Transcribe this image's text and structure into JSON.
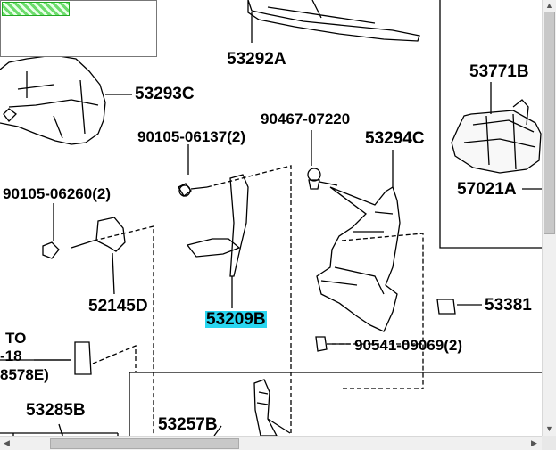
{
  "parts": {
    "p53292A": "53292A",
    "p53293C": "53293C",
    "p53771B": "53771B",
    "p90467": "90467-07220",
    "p53294C": "53294C",
    "p90105_a": "90105-06137(2)",
    "p57021A": "57021A",
    "p90105_b": "90105-06260(2)",
    "p52145D": "52145D",
    "p53209B": "53209B",
    "p53381": "53381",
    "p_to": "TO",
    "p_18": "-18",
    "p_8578E": "8578E)",
    "p90541": "90541-09069(2)",
    "p53285B": "53285B",
    "p53257B": "53257B"
  },
  "highlight_color": "#29d6f0"
}
